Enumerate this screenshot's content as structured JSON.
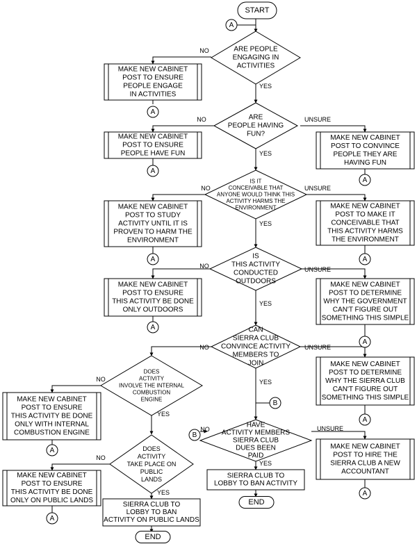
{
  "start": "START",
  "end": "END",
  "connector_a": "A",
  "connector_b": "B",
  "edges": {
    "yes": "YES",
    "no": "NO",
    "unsure": "UNSURE"
  },
  "decisions": {
    "engaging": [
      "ARE PEOPLE",
      "ENGAGING IN",
      "ACTIVITIES"
    ],
    "fun": [
      "ARE",
      "PEOPLE HAVING",
      "FUN?"
    ],
    "conceivable": [
      "IS IT",
      "CONCEIVABLE THAT",
      "ANYONE WOULD THINK THIS",
      "ACTIVITY HARMS THE",
      "ENVIRONMENT"
    ],
    "outdoors": [
      "IS",
      "THIS ACTIVITY",
      "CONDUCTED",
      "OUTDOORS"
    ],
    "sierra_convince": [
      "CAN",
      "SIERRA CLUB",
      "CONVINCE ACTIVITY",
      "MEMBERS TO",
      "JOIN"
    ],
    "combustion": [
      "DOES",
      "ACTIVITY",
      "INVOLVE THE INTERNAL",
      "COMBUSTION",
      "ENGINE"
    ],
    "dues": [
      "HAVE",
      "ACTIVITY MEMBERS",
      "SIERRA CLUB",
      "DUES BEEN",
      "PAID"
    ],
    "public_lands": [
      "DOES",
      "ACTIVITY",
      "TAKE PLACE ON",
      "PUBLIC",
      "LANDS"
    ]
  },
  "processes": {
    "ensure_engage": [
      "MAKE NEW CABINET",
      "POST TO ENSURE",
      "PEOPLE ENGAGE",
      "IN ACTIVITIES"
    ],
    "ensure_fun": [
      "MAKE NEW CABINET",
      "POST TO ENSURE",
      "PEOPLE HAVE FUN"
    ],
    "convince_fun": [
      "MAKE NEW CABINET",
      "POST TO CONVINCE",
      "PEOPLE THEY ARE",
      "HAVING FUN"
    ],
    "study_activity": [
      "MAKE NEW CABINET",
      "POST TO STUDY",
      "ACTIVITY UNTIL IT IS",
      "PROVEN TO HARM THE",
      "ENVIRONMENT"
    ],
    "make_conceivable": [
      "MAKE NEW CABINET",
      "POST TO MAKE IT",
      "CONCEIVABLE THAT",
      "THIS ACTIVITY HARMS",
      "THE ENVIRONMENT"
    ],
    "ensure_outdoors": [
      "MAKE NEW CABINET",
      "POST TO ENSURE",
      "THIS ACTIVITY BE DONE",
      "ONLY OUTDOORS"
    ],
    "determine_government": [
      "MAKE NEW CABINET",
      "POST TO DETERMINE",
      "WHY THE GOVERNMENT",
      "CAN'T FIGURE OUT",
      "SOMETHING THIS SIMPLE"
    ],
    "determine_sierra": [
      "MAKE NEW CABINET",
      "POST TO DETERMINE",
      "WHY THE SIERRA CLUB",
      "CAN'T FIGURE OUT",
      "SOMETHING THIS SIMPLE"
    ],
    "ensure_combustion": [
      "MAKE NEW CABINET",
      "POST TO ENSURE",
      "THIS ACTIVITY BE DONE",
      "ONLY WITH INTERNAL",
      "COMBUSTION ENGINE"
    ],
    "hire_accountant": [
      "MAKE NEW CABINET",
      "POST TO HIRE THE",
      "SIERRA CLUB A NEW",
      "ACCOUNTANT"
    ],
    "ensure_public_lands": [
      "MAKE NEW CABINET",
      "POST TO ENSURE",
      "THIS ACTIVITY BE DONE",
      "ONLY ON PUBLIC LANDS"
    ]
  },
  "actions": {
    "lobby_ban_activity": [
      "SIERRA CLUB TO",
      "LOBBY TO BAN ACTIVITY"
    ],
    "lobby_ban_public_lands": [
      "SIERRA CLUB TO",
      "LOBBY TO BAN",
      "ACTIVITY ON PUBLIC LANDS"
    ]
  }
}
